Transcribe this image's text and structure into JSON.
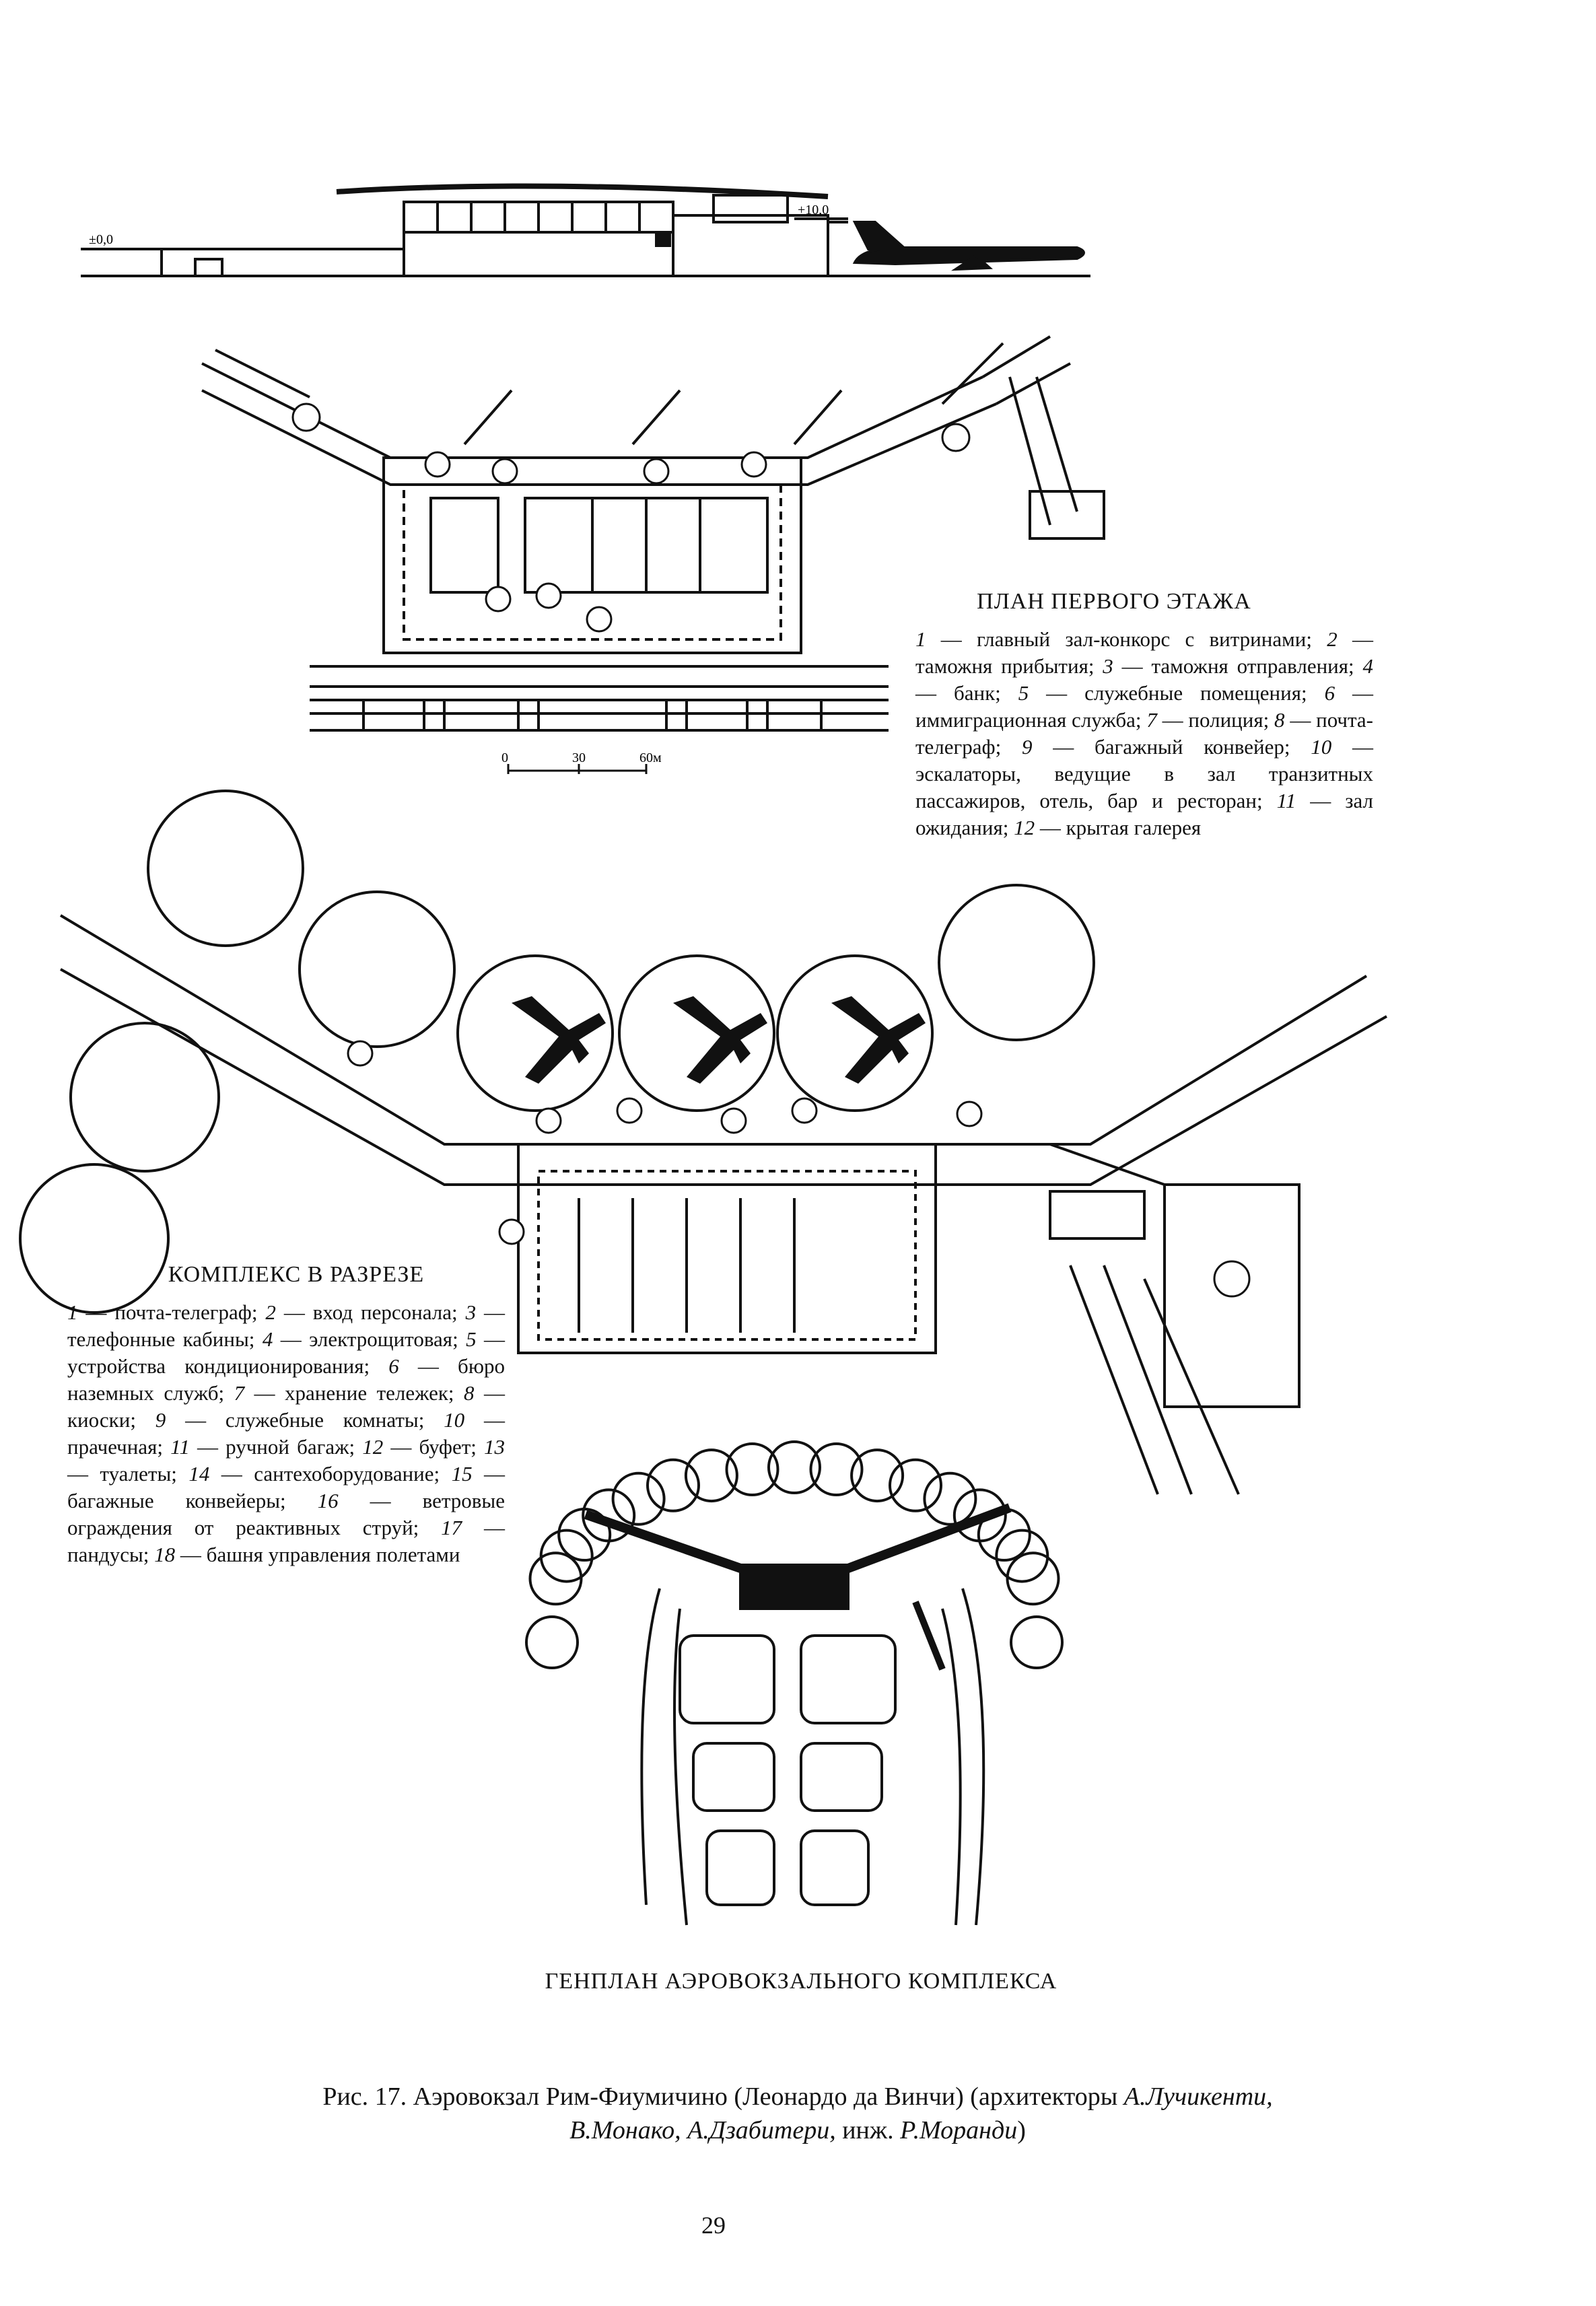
{
  "section_drawing": {
    "level_marks": [
      "±0,0",
      "+10,0"
    ]
  },
  "plan_first_floor": {
    "title": "ПЛАН ПЕРВОГО ЭТАЖА",
    "legend": [
      {
        "num": "1",
        "text": " — главный зал-конкорс с витринами; "
      },
      {
        "num": "2",
        "text": " — таможня прибытия; "
      },
      {
        "num": "3",
        "text": " — таможня отправления; "
      },
      {
        "num": "4",
        "text": " — банк; "
      },
      {
        "num": "5",
        "text": " — служебные помещения; "
      },
      {
        "num": "6",
        "text": " — иммиграционная служба; "
      },
      {
        "num": "7",
        "text": " — полиция; "
      },
      {
        "num": "8",
        "text": " — почта-телеграф; "
      },
      {
        "num": "9",
        "text": " — багажный конвейер; "
      },
      {
        "num": "10",
        "text": " — эскалаторы, ведущие в зал транзитных пассажиров, отель, бар и ресторан; "
      },
      {
        "num": "11",
        "text": " — зал ожидания; "
      },
      {
        "num": "12",
        "text": " — крытая галерея"
      }
    ],
    "scale_labels": [
      "0",
      "30",
      "60м"
    ]
  },
  "complex_section": {
    "title": "КОМПЛЕКС В РАЗРЕЗЕ",
    "legend": [
      {
        "num": "1",
        "text": " — почта-телеграф; "
      },
      {
        "num": "2",
        "text": " — вход персонала; "
      },
      {
        "num": "3",
        "text": " — телефонные кабины; "
      },
      {
        "num": "4",
        "text": " — электрощитовая; "
      },
      {
        "num": "5",
        "text": " — устройства кондиционирования; "
      },
      {
        "num": "6",
        "text": " — бюро наземных служб; "
      },
      {
        "num": "7",
        "text": " — хранение тележек; "
      },
      {
        "num": "8",
        "text": " — киоски; "
      },
      {
        "num": "9",
        "text": " — служебные комнаты; "
      },
      {
        "num": "10",
        "text": " — прачечная; "
      },
      {
        "num": "11",
        "text": " — ручной багаж; "
      },
      {
        "num": "12",
        "text": " — буфет; "
      },
      {
        "num": "13",
        "text": " — туалеты; "
      },
      {
        "num": "14",
        "text": " — сантехоборудование; "
      },
      {
        "num": "15",
        "text": " — багажные конвейеры; "
      },
      {
        "num": "16",
        "text": " — ветровые ограждения от реактивных струй; "
      },
      {
        "num": "17",
        "text": " — пандусы; "
      },
      {
        "num": "18",
        "text": " — башня управления полетами"
      }
    ]
  },
  "site_plan": {
    "title": "ГЕНПЛАН АЭРОВОКЗАЛЬНОГО КОМПЛЕКСА"
  },
  "figure_caption": {
    "line1_prefix": "Рис. 17. Аэровокзал Рим-Фиумичино (Леонардо да Винчи) (архитекторы ",
    "line1_author": "А.Лучикенти,",
    "line2_authors": "В.Монако, А.Дзабитери,",
    "line2_mid": " инж. ",
    "line2_engineer": "Р.Моранди",
    "line2_suffix": ")"
  },
  "page_number": "29"
}
